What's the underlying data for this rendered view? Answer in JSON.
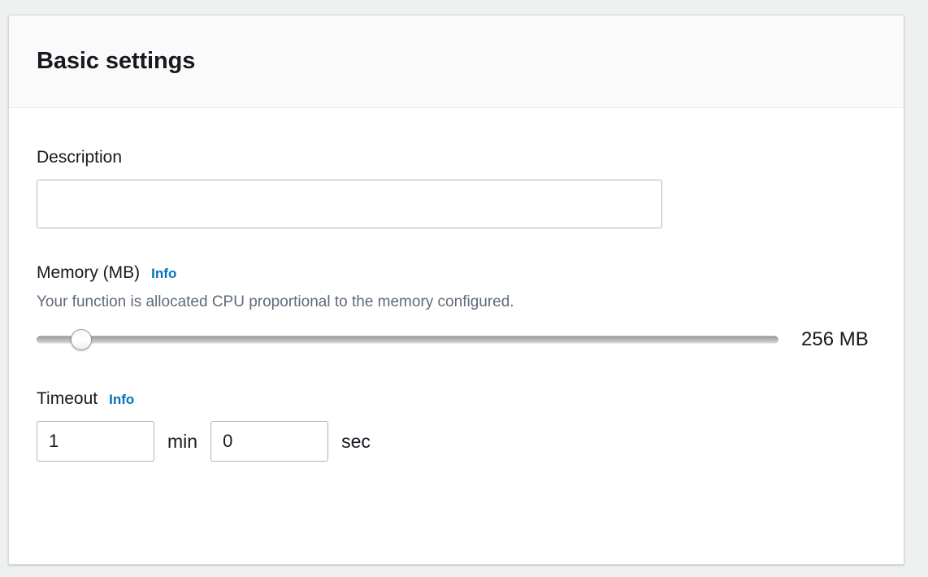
{
  "card": {
    "title": "Basic settings"
  },
  "description_field": {
    "label": "Description",
    "value": "",
    "placeholder": ""
  },
  "memory_field": {
    "label": "Memory (MB)",
    "info_label": "Info",
    "help_text": "Your function is allocated CPU proportional to the memory configured.",
    "value_label": "256 MB",
    "slider": {
      "value": 256,
      "min": 128,
      "max": 10240,
      "fill_percent": 6
    }
  },
  "timeout_field": {
    "label": "Timeout",
    "info_label": "Info",
    "minutes_value": "1",
    "minutes_unit": "min",
    "seconds_value": "0",
    "seconds_unit": "sec"
  },
  "colors": {
    "page_background": "#eff0f0",
    "card_background": "#ffffff",
    "header_background": "#fafafa",
    "title_text": "#16191f",
    "link_blue": "#0073bb",
    "help_text": "#5f6b7a",
    "input_border": "#aab7b8",
    "card_border": "#d5dbdb"
  }
}
